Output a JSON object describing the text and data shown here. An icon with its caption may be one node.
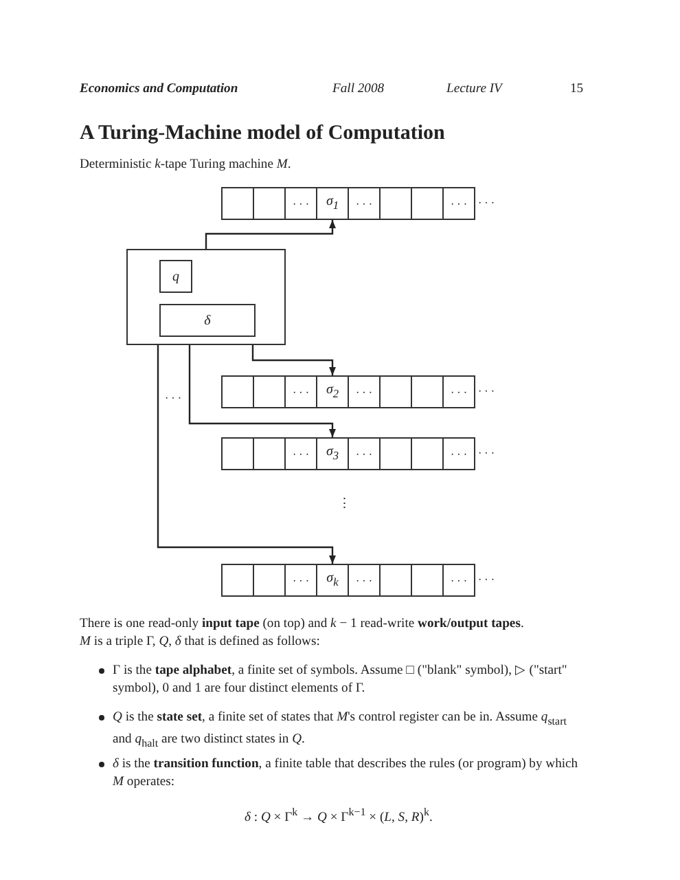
{
  "diagram": {
    "title": "A Turing-Machine model of Computation",
    "nodes": [
      {
        "text": [],
        "shape": "box"
      },
      {
        "text": [],
        "shape": "box"
      },
      {
        "text": [
          "· · ·"
        ]
      },
      {
        "text": [
          "σ$_{1}$"
        ]
      },
      {
        "text": [
          "· · ·"
        ]
      },
      {
        "text": [],
        "shape": "box"
      },
      {
        "text": [],
        "shape": "box"
      },
      {
        "text": [
          "· · ·"
        ]
      },
      {
        "text": [],
        "shape": "box"
      },
      {
        "text": [
          "q"
        ],
        "in": 8
      },
      {
        "text": [
          "δ"
        ],
        "in": 8
      },
      {
        "text": [],
        "shape": "box"
      },
      {
        "text": [],
        "shape": "box"
      },
      {
        "text": [
          "· · ·"
        ]
      },
      {
        "text": [
          "σ$_{2}$"
        ]
      },
      {
        "text": [
          "· · ·"
        ]
      },
      {
        "text": [],
        "shape": "box"
      },
      {
        "text": [],
        "shape": "box"
      },
      {
        "text": [
          "· · ·"
        ]
      },
      {
        "text": [],
        "shape": "box"
      },
      {
        "text": [],
        "shape": "box"
      },
      {
        "text": [
          "· · ·"
        ]
      },
      {
        "text": [
          "σ$_{3}$"
        ]
      },
      {
        "text": [
          "· · ·"
        ]
      },
      {
        "text": [],
        "shape": "box"
      },
      {
        "text": [],
        "shape": "box"
      },
      {
        "text": [
          "· · ·"
        ]
      },
      {
        "text": [],
        "shape": "box"
      },
      {
        "text": [],
        "shape": "box"
      },
      {
        "text": [
          "· · ·"
        ]
      },
      {
        "text": [
          "σ$_{k}$"
        ]
      },
      {
        "text": [
          "· · ·"
        ]
      },
      {
        "text": [],
        "shape": "box"
      },
      {
        "text": [],
        "shape": "box"
      },
      {
        "text": [
          "· · ·"
        ]
      }
    ],
    "edges": [
      {
        "from": 8,
        "to": 3,
        "arrow": "to"
      },
      {
        "from": 8,
        "to": 14,
        "arrow": "to"
      },
      {
        "from": 8,
        "to": 22,
        "arrow": "to"
      },
      {
        "from": 8,
        "to": 30,
        "arrow": "to"
      }
    ],
    "labels": [
      "Economics and Computation",
      "Fall 2008",
      "Lecture IV",
      "15",
      "Deterministic *k*-tape Turing machine *M*.",
      "· · ·",
      "· · ·",
      "· · ·",
      "· · ·",
      "⋮",
      "· · ·",
      "There is one read-only **input tape** (on top) and *k* − 1 read-write **work/output tapes**.",
      "*M* is a triple Γ, *Q*, *δ* that is defined as follows:",
      "Γ is the **tape alphabet**, a finite set of symbols. Assume □ (\"blank\" symbol), ▷ (\"start\" symbol), 0 and 1 are four distinct elements of Γ.",
      "*Q* is the **state set**, a finite set of states that *M*'s control register can be in. Assume *q*$_{start}$ and *q*$_{halt}$ are two distinct states in *Q*.",
      "*δ* is the **transition function**, a finite table that describes the rules (or program) by which *M* operates:",
      "*δ* : *Q* × Γ$^{k}$ → *Q* × Γ$^{k−1}$ × (*L*, *S*, *R*)$^{k}$."
    ]
  }
}
